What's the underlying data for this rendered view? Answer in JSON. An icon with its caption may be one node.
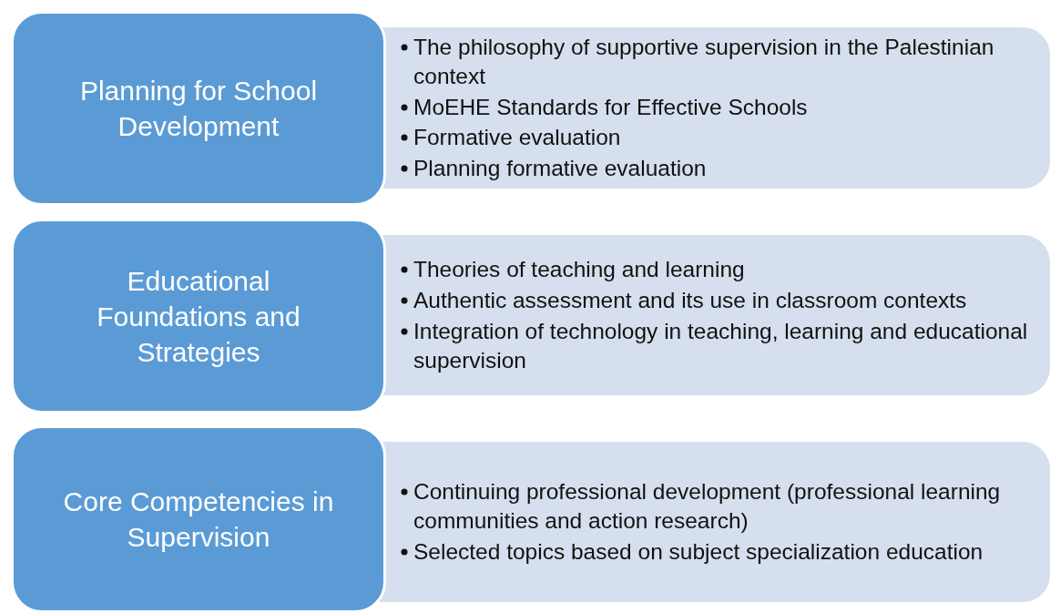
{
  "diagram": {
    "nodes": [
      {
        "text": [
          "Planning for School Development"
        ]
      },
      {
        "text": [
          "The philosophy of supportive supervision in the Palestinian context",
          "MoEHE Standards for Effective Schools",
          "Formative evaluation",
          "Planning formative evaluation"
        ]
      },
      {
        "text": [
          "Educational Foundations and Strategies"
        ]
      },
      {
        "text": [
          "Theories of teaching and learning",
          "Authentic assessment and its use in classroom contexts",
          "Integration of technology in teaching, learning and educational supervision"
        ]
      },
      {
        "text": [
          "Core Competencies in Supervision"
        ]
      },
      {
        "text": [
          "Continuing professional development (professional learning communities and action research)",
          "Selected topics based on subject specialization education"
        ]
      }
    ]
  }
}
